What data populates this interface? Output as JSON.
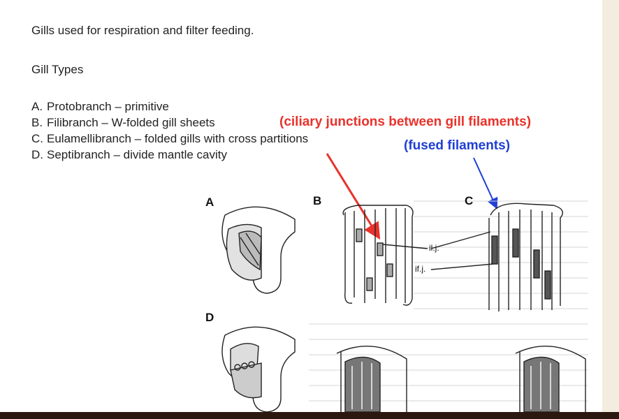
{
  "intro": "Gills used  for respiration and filter feeding.",
  "heading": "Gill Types",
  "gill_types": [
    {
      "letter": "A.",
      "text": "Protobranch – primitive"
    },
    {
      "letter": "B.",
      "text": "Filibranch – W-folded gill sheets"
    },
    {
      "letter": "C.",
      "text": "Eulamellibranch – folded gills with cross partitions"
    },
    {
      "letter": "D.",
      "text": "Septibranch – divide mantle cavity"
    }
  ],
  "annotations": {
    "ciliary": "(ciliary junctions between gill filaments)",
    "fused": "(fused filaments)"
  },
  "figure": {
    "labels": [
      "A",
      "B",
      "C",
      "D"
    ],
    "ilj": "il.j.",
    "ifj": "if.j."
  },
  "colors": {
    "ciliary_annotation": "#e8322b",
    "fused_annotation": "#1f3fd6",
    "sidebar": "#f3eddf",
    "bottom_bar": "#2b1810"
  }
}
